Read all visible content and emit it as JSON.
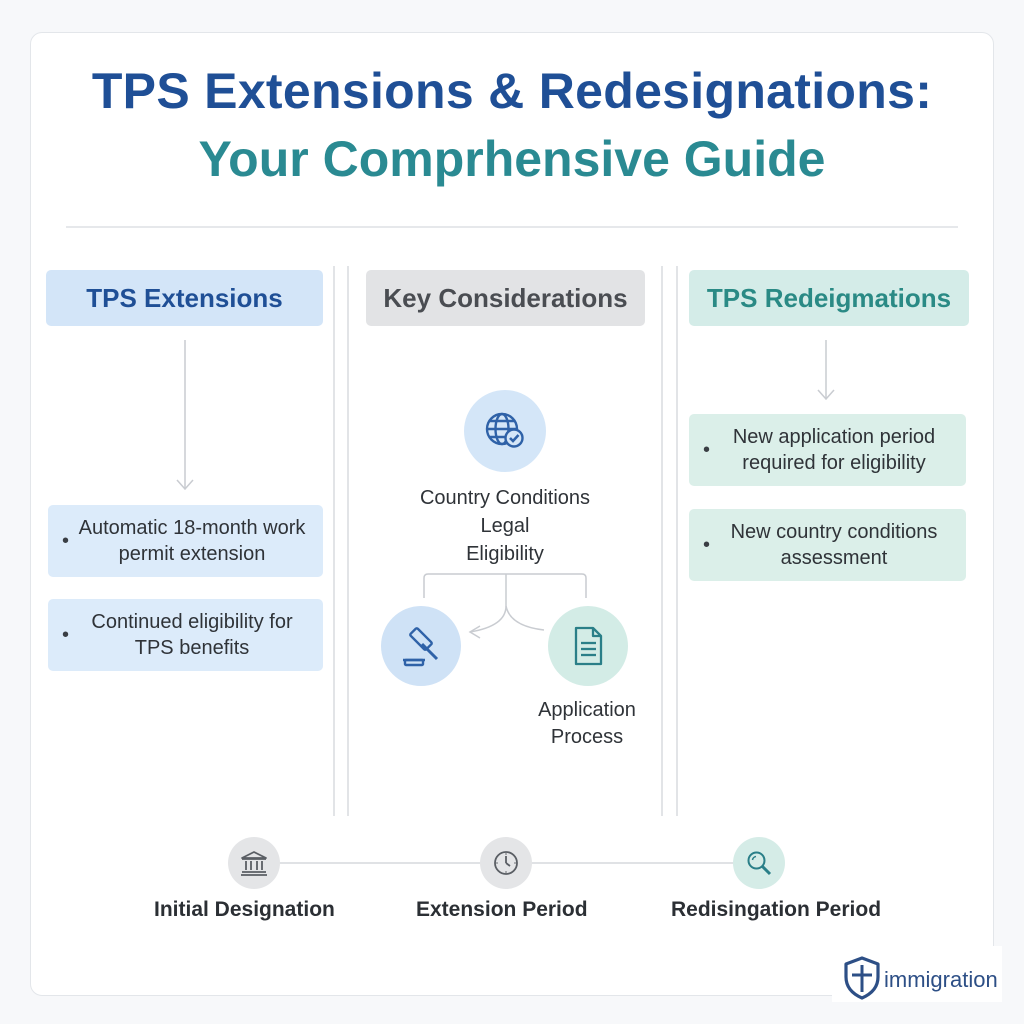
{
  "title": {
    "line1": "TPS Extensions & Redesignations:",
    "line2": "Your Comprhensive Guide"
  },
  "columns": {
    "extensions": {
      "header": "TPS Extensions",
      "items": [
        "Automatic 18-month work permit extension",
        "Continued eligibility for TPS benefits"
      ]
    },
    "considerations": {
      "header": "Key Considerations",
      "center_label": [
        "Country Conditions",
        "Legal",
        "Eligibility"
      ],
      "process_label": [
        "Application",
        "Process"
      ],
      "icons": [
        "globe-check-icon",
        "gavel-icon",
        "document-icon"
      ]
    },
    "redesignations": {
      "header": "TPS Redeigmations",
      "items": [
        "New application period required for eligibility",
        "New country conditions assessment"
      ]
    }
  },
  "timeline": [
    {
      "label": "Initial Designation",
      "icon": "bank-icon"
    },
    {
      "label": "Extension Period",
      "icon": "clock-icon"
    },
    {
      "label": "Redisingation Period",
      "icon": "magnifier-icon"
    }
  ],
  "logo": {
    "text": "immigration",
    "icon": "shield-icon"
  },
  "colors": {
    "primary_blue": "#1f4f96",
    "teal": "#2a8a92",
    "blue_box": "#dcebfa",
    "teal_box": "#dbefe9",
    "grey_box": "#e2e3e5"
  }
}
